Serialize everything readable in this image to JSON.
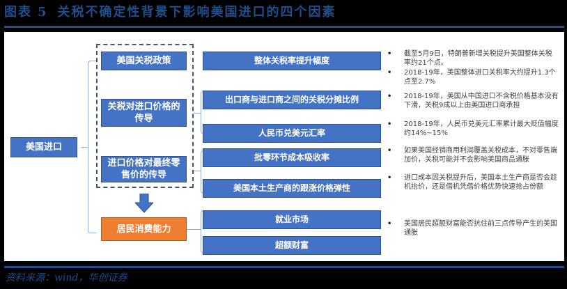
{
  "header": {
    "figure_label": "图表",
    "figure_number": "5",
    "title": "关税不确定性背景下影响美国进口的四个因素"
  },
  "diagram": {
    "root": {
      "label": "美国进口"
    },
    "factors": [
      {
        "label": "美国关税政策",
        "style": "blue"
      },
      {
        "label": "关税对进口价格的传导",
        "style": "blue"
      },
      {
        "label": "进口价格对最终零售价的传导",
        "style": "blue"
      },
      {
        "label": "居民消费能力",
        "style": "orange"
      }
    ],
    "sub_factors": [
      {
        "label": "整体关税率提升幅度"
      },
      {
        "label": "出口商与进口商之间的关税分摊比例"
      },
      {
        "label": "人民币兑美元汇率"
      },
      {
        "label": "批零环节成本吸收率"
      },
      {
        "label": "美国本土生产商的跟涨价格弹性"
      },
      {
        "label": "就业市场"
      },
      {
        "label": "超额财富"
      }
    ],
    "notes": [
      {
        "bullet": "•",
        "text": "截至5月9日，特朗普新增关税提升美国整体关税率约21个点。"
      },
      {
        "bullet": "•",
        "text": "2018-19年，美国整体进口关税率大约提升1.3个点至2.7%"
      },
      {
        "bullet": "•",
        "text": "2018-19年，美国从中国进口不含税价格基本没有下滑，关税9成以上由美国进口商承担"
      },
      {
        "bullet": "•",
        "text": "2018-19年，人民币兑美元汇率累计最大贬值幅度约14%~15%"
      },
      {
        "bullet": "•",
        "text": "如果美国经销商用利润覆盖关税成本，不对零售端加价，关税可能并不会影响美国商品通胀"
      },
      {
        "bullet": "•",
        "text": "进口成本因关税提升后，美国本土生产商是否会趁机抬价，还是借机凭借价格优势快速抢占份额"
      },
      {
        "bullet": "•",
        "text": "美国居民超额财富能否抗住前三点传导产生的美国通胀"
      }
    ],
    "colors": {
      "box_blue": "#4472c4",
      "box_orange": "#ed7d31",
      "title_blue": "#1f4e8c",
      "connector": "#8faadc",
      "dashed_border": "#44546a"
    }
  },
  "footer": {
    "source": "资料来源：wind，华创证券"
  }
}
